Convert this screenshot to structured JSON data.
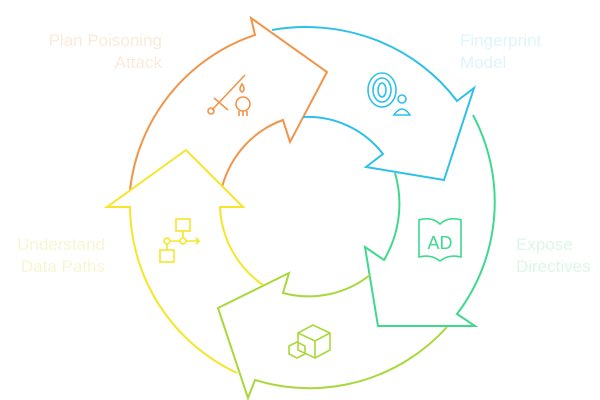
{
  "steps": [
    {
      "label_line1": "Plan Poisoning",
      "label_line2": "Attack",
      "icon": "sword-skull-icon",
      "color": "#f0954a",
      "text_color": "#fbeadb"
    },
    {
      "label_line1": "Fingerprint",
      "label_line2": "Model",
      "icon": "fingerprint-user-icon",
      "color": "#2ec0ea",
      "text_color": "#dff4fb"
    },
    {
      "label_line1": "Expose",
      "label_line2": "Directives",
      "icon": "ad-book-icon",
      "color": "#3fd98e",
      "text_color": "#ddf6ea"
    },
    {
      "label_line1": "",
      "label_line2": "",
      "icon": "cubes-icon",
      "color": "#a8d83a",
      "text_color": "#eef7d6"
    },
    {
      "label_line1": "Understand",
      "label_line2": "Data Paths",
      "icon": "flowchart-icon",
      "color": "#f5e62a",
      "text_color": "#f8f6d2"
    }
  ]
}
